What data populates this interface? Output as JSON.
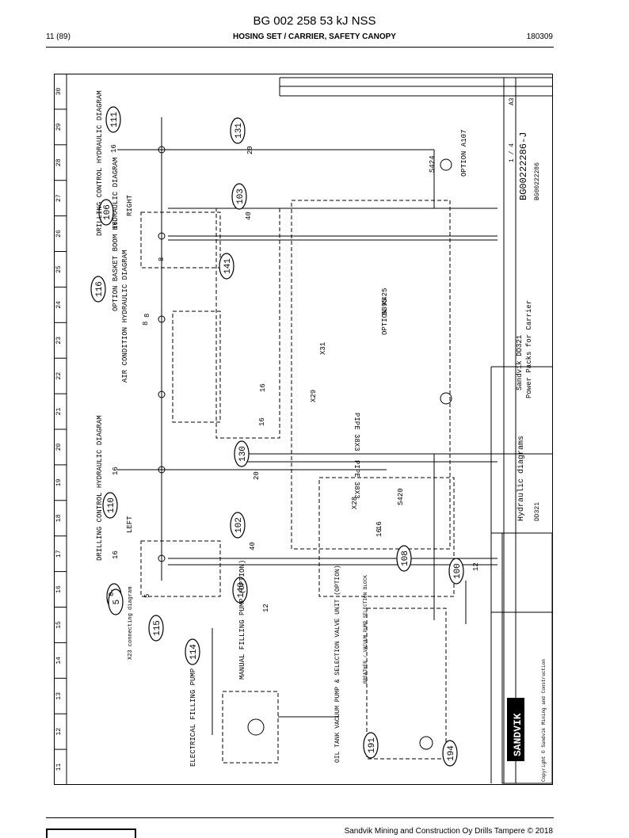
{
  "header": {
    "doc_title": "BG 002 258 53 kJ NSS",
    "page": "11 (89)",
    "section": "HOSING SET / CARRIER, SAFETY CANOPY",
    "doc_code": "180309"
  },
  "footer": {
    "company": "Sandvik Mining and Construction Oy Drills Tampere © 2018"
  },
  "border_numbers": [
    "11",
    "12",
    "13",
    "14",
    "15",
    "16",
    "17",
    "18",
    "19",
    "20",
    "21",
    "22",
    "23",
    "24",
    "25",
    "26",
    "27",
    "28",
    "29",
    "30"
  ],
  "callouts": [
    "111",
    "131",
    "106",
    "103",
    "116",
    "141",
    "130",
    "110",
    "102",
    "105",
    "5",
    "115",
    "140",
    "114",
    "108",
    "100",
    "191",
    "194"
  ],
  "labels": {
    "drilling_control_right": "DRILLING CONTROL HYDRAULIC DIAGRAM",
    "right": "RIGHT",
    "drilling_control_left": "DRILLING CONTROL HYDRAULIC DIAGRAM",
    "left": "LEFT",
    "basket_boom": "OPTION BASKET BOOM HYDRAULIC DIAGRAM",
    "air_condition": "AIR CONDITION HYDRAULIC DIAGRAM",
    "manual_pump": "MANUAL FILLING PUMP (OPTION)",
    "electrical_pump": "ELECTRICAL FILLING PUMP",
    "vacuum_unit": "OIL TANK VACUUM PUMP & SELECTION VALVE UNIT (OPTION)",
    "breather": "BREATHER / VACUUM PUMP SELECTION BLOCK",
    "x23": "X23 connecting diagram",
    "pipe1": "PIPE 38X3",
    "pipe2": "PIPE 38X3",
    "option_a107": "OPTION A107",
    "option_k425": "OPTION K425",
    "s424": "S424",
    "s420": "S420",
    "s395": "S395",
    "x28": "X28",
    "x29": "X29",
    "x31": "X31"
  },
  "hose_numbers": [
    "16",
    "20",
    "16",
    "40",
    "8",
    "8",
    "16",
    "16",
    "16",
    "20",
    "16",
    "40",
    "12",
    "16",
    "16",
    "12",
    "8",
    "8",
    "5"
  ],
  "title_block": {
    "company": "Sandvik DD321",
    "subtitle": "Power Packs for Carrier",
    "drawing_title": "Hydraulic diagrams",
    "model": "DD321",
    "drawing_no": "BG00222286-J",
    "ref": "BG00222286",
    "sheet": "1 / 4",
    "size": "A3",
    "brand": "SANDVIK",
    "copyright": "Copyright © Sandvik Mining and Construction"
  }
}
